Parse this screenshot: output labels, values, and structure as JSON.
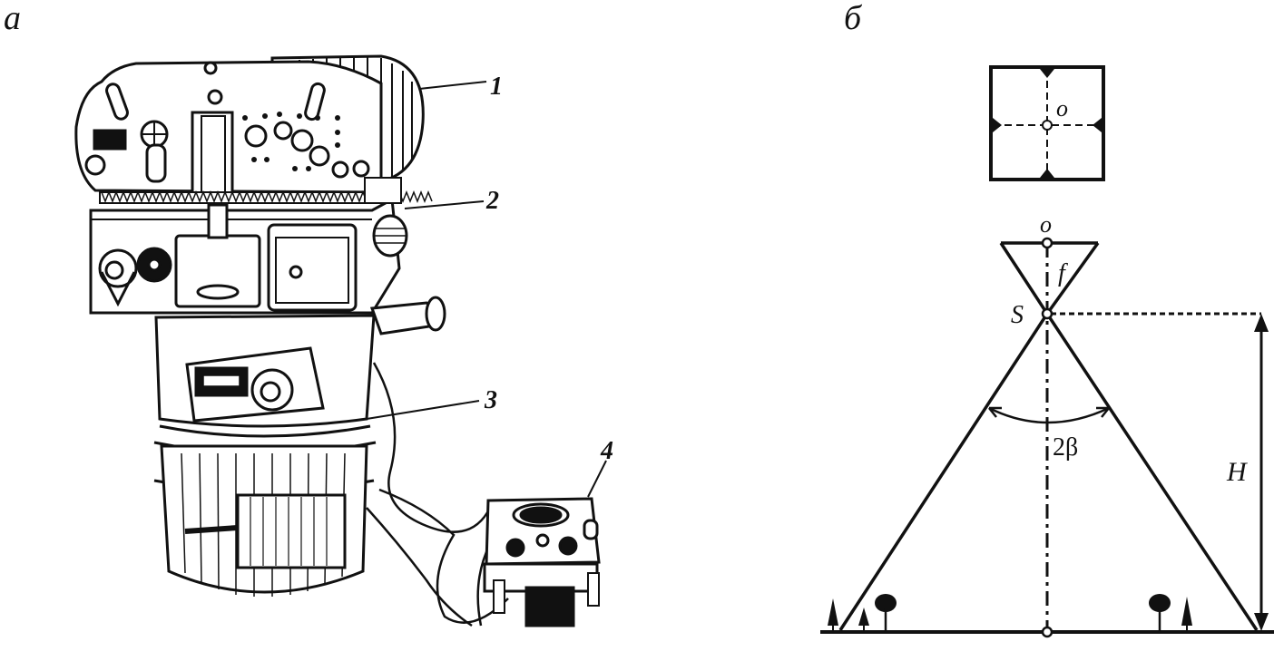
{
  "panels": {
    "left": {
      "letter": "а"
    },
    "right": {
      "letter": "б"
    }
  },
  "camera": {
    "callouts": [
      {
        "number": "1"
      },
      {
        "number": "2"
      },
      {
        "number": "3"
      },
      {
        "number": "4"
      }
    ]
  },
  "geometry": {
    "frame_center_label": "o",
    "image_point_label": "o",
    "focal_label": "f",
    "lens_center_label": "S",
    "angle_label": "2β",
    "height_label": "H"
  },
  "colors": {
    "ink": "#111111",
    "paper": "#ffffff"
  }
}
